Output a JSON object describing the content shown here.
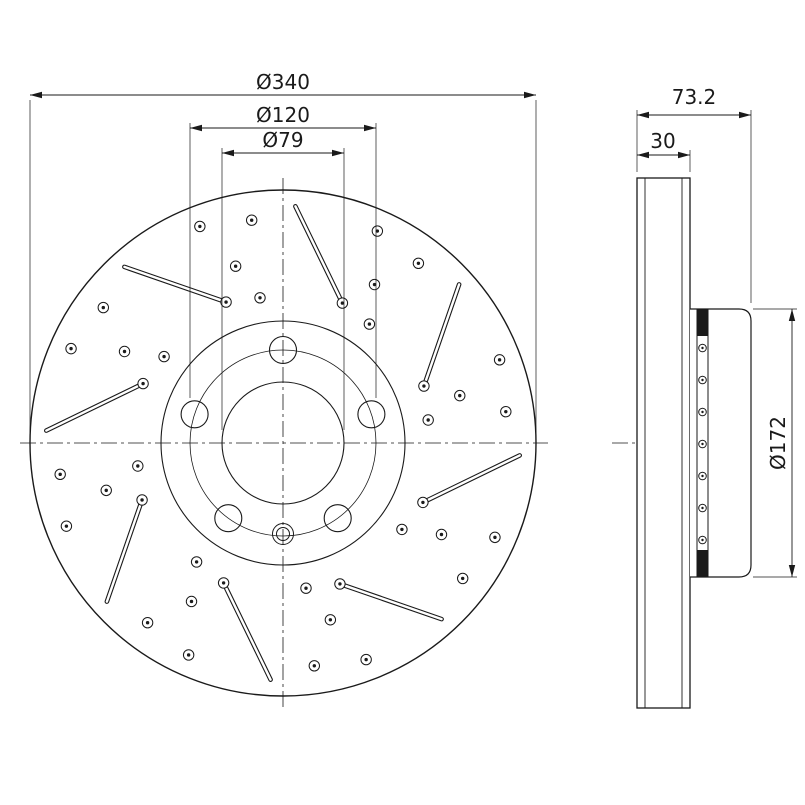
{
  "front_view": {
    "dim_outer_diameter": "Ø340",
    "dim_bolt_circle": "Ø120",
    "dim_center_bore": "Ø79"
  },
  "side_view": {
    "dim_total_width": "73.2",
    "dim_disc_thickness": "30",
    "dim_hat_diameter": "Ø172"
  },
  "colors": {
    "line": "#1a1a1a",
    "background": "#ffffff"
  }
}
